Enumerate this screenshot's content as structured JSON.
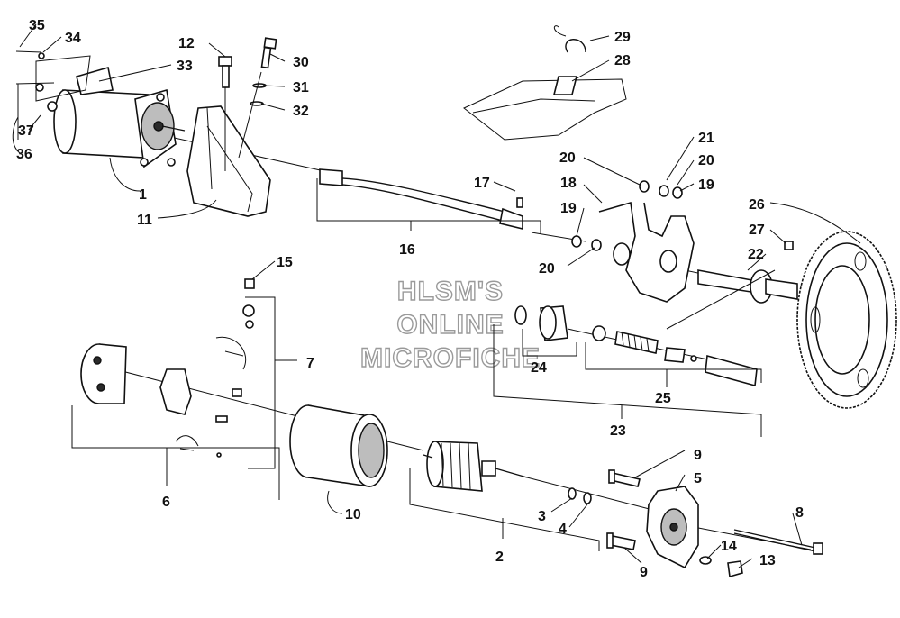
{
  "watermark": {
    "line1": "HLSM'S",
    "line2": "ONLINE",
    "line3": "MICROFICHE"
  },
  "callouts": [
    "1",
    "2",
    "3",
    "4",
    "5",
    "6",
    "7",
    "8",
    "9",
    "9",
    "10",
    "11",
    "12",
    "13",
    "14",
    "15",
    "16",
    "17",
    "18",
    "19",
    "19",
    "20",
    "20",
    "20",
    "21",
    "22",
    "23",
    "24",
    "25",
    "26",
    "27",
    "28",
    "29",
    "30",
    "31",
    "32",
    "33",
    "34",
    "35",
    "36",
    "37"
  ]
}
